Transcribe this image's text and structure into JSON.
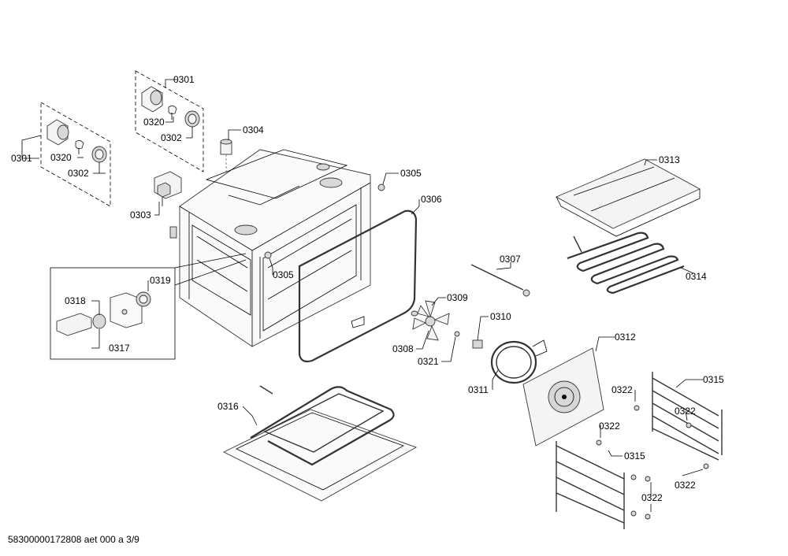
{
  "labels": {
    "p0301a": "0301",
    "p0301b": "0301",
    "p0320a": "0320",
    "p0320b": "0320",
    "p0302a": "0302",
    "p0302b": "0302",
    "p0303": "0303",
    "p0304": "0304",
    "p0305a": "0305",
    "p0305b": "0305",
    "p0306": "0306",
    "p0307": "0307",
    "p0308": "0308",
    "p0309": "0309",
    "p0310": "0310",
    "p0311": "0311",
    "p0312": "0312",
    "p0313": "0313",
    "p0314": "0314",
    "p0315a": "0315",
    "p0315b": "0315",
    "p0316": "0316",
    "p0317": "0317",
    "p0318": "0318",
    "p0319": "0319",
    "p0321": "0321",
    "p0322a": "0322",
    "p0322b": "0322",
    "p0322c": "0322",
    "p0322d": "0322",
    "p0322e": "0322"
  },
  "footer": "58300000172808 aet 000 a 3/9"
}
